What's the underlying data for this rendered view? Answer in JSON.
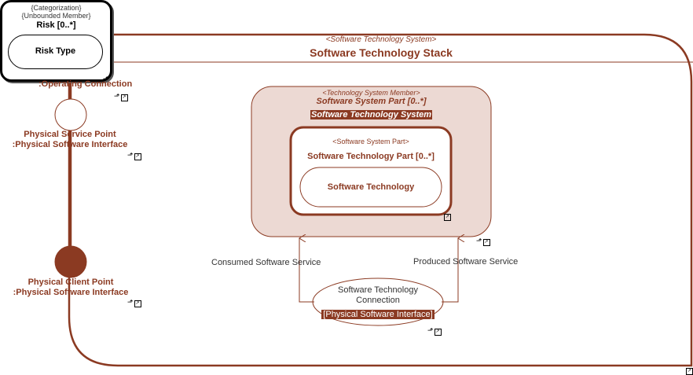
{
  "colors": {
    "accent": "#8b3a22",
    "fill_light": "#ecd9d3",
    "label_bg": "#8b3a22"
  },
  "system": {
    "stereotype": "<Software Technology System>",
    "title": "Software Technology Stack"
  },
  "risk_box": {
    "stereotype_1": "{Categorization}",
    "stereotype_2": "{Unbounded Member}",
    "title": "Risk [0..*]",
    "inner": "Risk Type"
  },
  "connection_label": ":Operating Connection",
  "service_point": {
    "line1": "Physical Service Point",
    "line2": ":Physical Software Interface"
  },
  "client_point": {
    "line1": "Physical Client Point",
    "line2": ":Physical Software Interface"
  },
  "member": {
    "stereotype": "<Technology System Member>",
    "title": "Software System Part [0..*]",
    "type_label": "Software Technology System"
  },
  "part": {
    "stereotype": "<Software System Part>",
    "title": "Software Technology Part [0..*]",
    "inner": "Software Technology"
  },
  "services": {
    "consumed": "Consumed Software Service",
    "produced": "Produced Software Service"
  },
  "connection_node": {
    "line1": "Software Technology",
    "line2": "Connection",
    "type_label": "[Physical Software Interface]"
  },
  "icons": [
    "link-icon",
    "expand-icon"
  ]
}
